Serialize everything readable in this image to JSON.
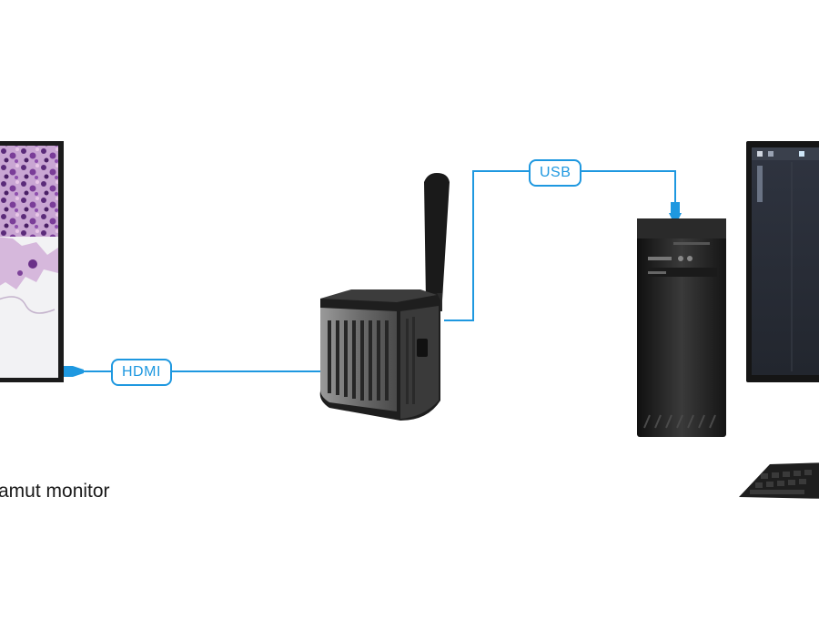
{
  "connections": {
    "hdmi_label": "HDMI",
    "usb_label": "USB"
  },
  "captions": {
    "monitor": "amut monitor"
  },
  "devices": [
    {
      "name": "monitor-icon",
      "displays": "stained tissue micrograph"
    },
    {
      "name": "camera-icon"
    },
    {
      "name": "pc-tower-icon"
    },
    {
      "name": "pc-monitor-icon"
    },
    {
      "name": "keyboard-icon"
    }
  ],
  "colors": {
    "cable": "#1e98e0",
    "device_dark": "#1c1c1c",
    "background": "#ffffff"
  }
}
